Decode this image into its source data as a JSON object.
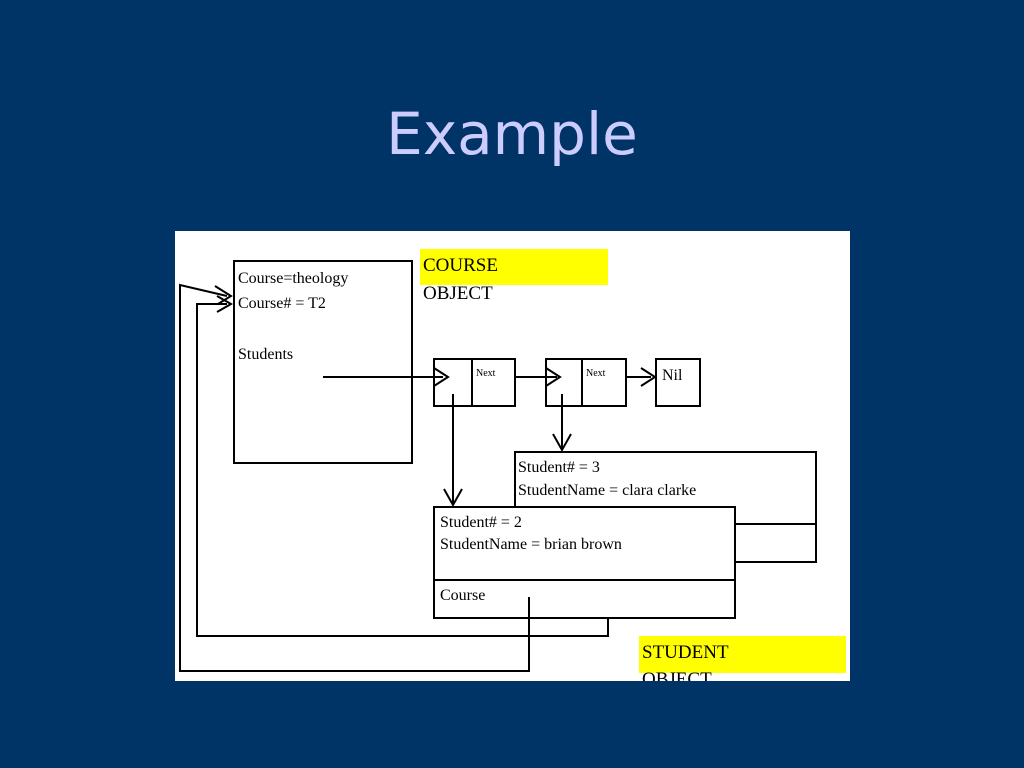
{
  "title": "Example",
  "course_box": {
    "line1": "Course=theology",
    "line2": "Course# = T2",
    "line3": "Students"
  },
  "course_label": {
    "line1": "COURSE",
    "line2": "OBJECT"
  },
  "list_nodes": {
    "next1": "Next",
    "next2": "Next",
    "nil": "Nil"
  },
  "student_back": {
    "line1": "Student# = 3",
    "line2": "StudentName = clara  clarke"
  },
  "student_front": {
    "line1": "Student# = 2",
    "line2": "StudentName = brian  brown",
    "field": "Course"
  },
  "student_label": {
    "line1": "STUDENT",
    "line2": "OBJECT"
  },
  "colors": {
    "background": "#003366",
    "title": "#ccccff",
    "highlight": "#ffff00"
  }
}
